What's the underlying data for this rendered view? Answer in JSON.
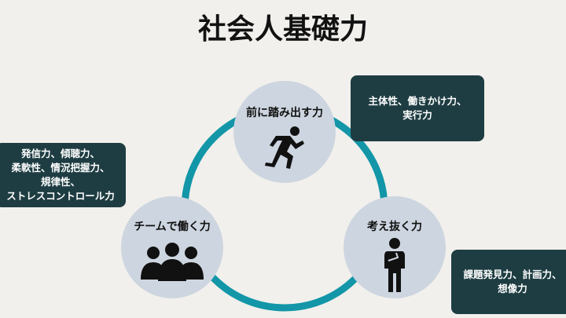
{
  "title": "社会人基礎力",
  "colors": {
    "background": "#f1f0ec",
    "ring": "#1296a8",
    "node": "#cdd5e0",
    "box": "#1e3d42",
    "icon": "#111111"
  },
  "nodes": {
    "top": {
      "label": "前に踏み出す力",
      "icon": "running-person-icon"
    },
    "right": {
      "label": "考え抜く力",
      "icon": "thinking-person-icon"
    },
    "left": {
      "label": "チームで働く力",
      "icon": "group-people-icon"
    }
  },
  "boxes": {
    "top_right": {
      "line1": "主体性、働きかけ力、",
      "line2": "実行力"
    },
    "left": {
      "line1": "発信力、傾聴力、",
      "line2": "柔軟性、情況把握力、",
      "line3": "規律性、",
      "line4": "ストレスコントロール力"
    },
    "bottom_right": {
      "line1": "課題発見力、計画力、",
      "line2": "想像力"
    }
  }
}
